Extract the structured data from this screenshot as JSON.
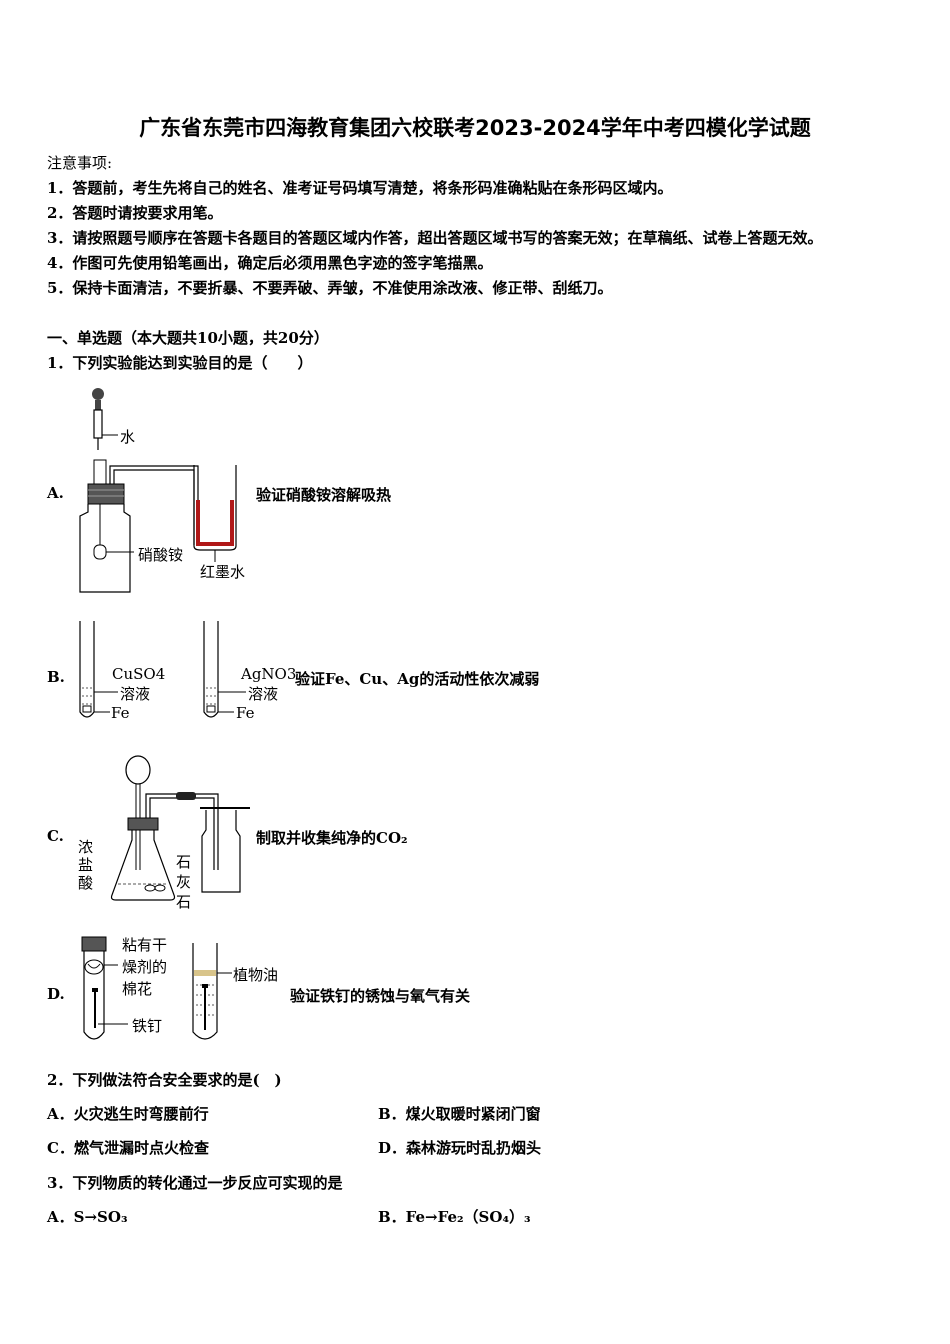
{
  "title": "广东省东莞市四海教育集团六校联考2023-2024学年中考四模化学试题",
  "notice": {
    "heading": "注意事项:",
    "items": [
      "1．答题前，考生先将自己的姓名、准考证号码填写清楚，将条形码准确粘贴在条形码区域内。",
      "2．答题时请按要求用笔。",
      "3．请按照题号顺序在答题卡各题目的答题区域内作答，超出答题区域书写的答案无效；在草稿纸、试卷上答题无效。",
      "4．作图可先使用铅笔画出，确定后必须用黑色字迹的签字笔描黑。",
      "5．保持卡面清洁，不要折暴、不要弄破、弄皱，不准使用涂改液、修正带、刮纸刀。"
    ]
  },
  "section1": "一、单选题（本大题共10小题，共20分）",
  "q1": {
    "stem": "1．下列实验能达到实验目的是（　　）",
    "A": {
      "letter": "A.",
      "desc": "验证硝酸铵溶解吸热",
      "labels": {
        "water": "水",
        "salt": "硝酸铵",
        "ink": "红墨水"
      }
    },
    "B": {
      "letter": "B.",
      "desc": "验证Fe、Cu、Ag的活动性依次减弱",
      "labels": {
        "sol1": "CuSO4",
        "sol1b": "溶液",
        "fe1": "Fe",
        "sol2": "AgNO3",
        "sol2b": "溶液",
        "fe2": "Fe"
      }
    },
    "C": {
      "letter": "C.",
      "desc": "制取并收集纯净的CO₂",
      "labels": {
        "acid": [
          "浓",
          "盐",
          "酸"
        ],
        "stone": [
          "石",
          "灰",
          "石"
        ]
      }
    },
    "D": {
      "letter": "D.",
      "desc": "验证铁钉的锈蚀与氧气有关",
      "labels": {
        "cotton": [
          "粘有干",
          "燥剂的",
          "棉花"
        ],
        "nail": "铁钉",
        "oil": "植物油"
      }
    }
  },
  "q2": {
    "stem": "2．下列做法符合安全要求的是(　)",
    "options": [
      "A．火灾逃生时弯腰前行",
      "B．煤火取暖时紧闭门窗",
      "C．燃气泄漏时点火检查",
      "D．森林游玩时乱扔烟头"
    ]
  },
  "q3": {
    "stem": "3．下列物质的转化通过一步反应可实现的是",
    "options": [
      "A．S→SO₃",
      "B．Fe→Fe₂（SO₄）₃"
    ]
  },
  "colors": {
    "ink": "#b01818",
    "oil": "#d8c48a"
  }
}
